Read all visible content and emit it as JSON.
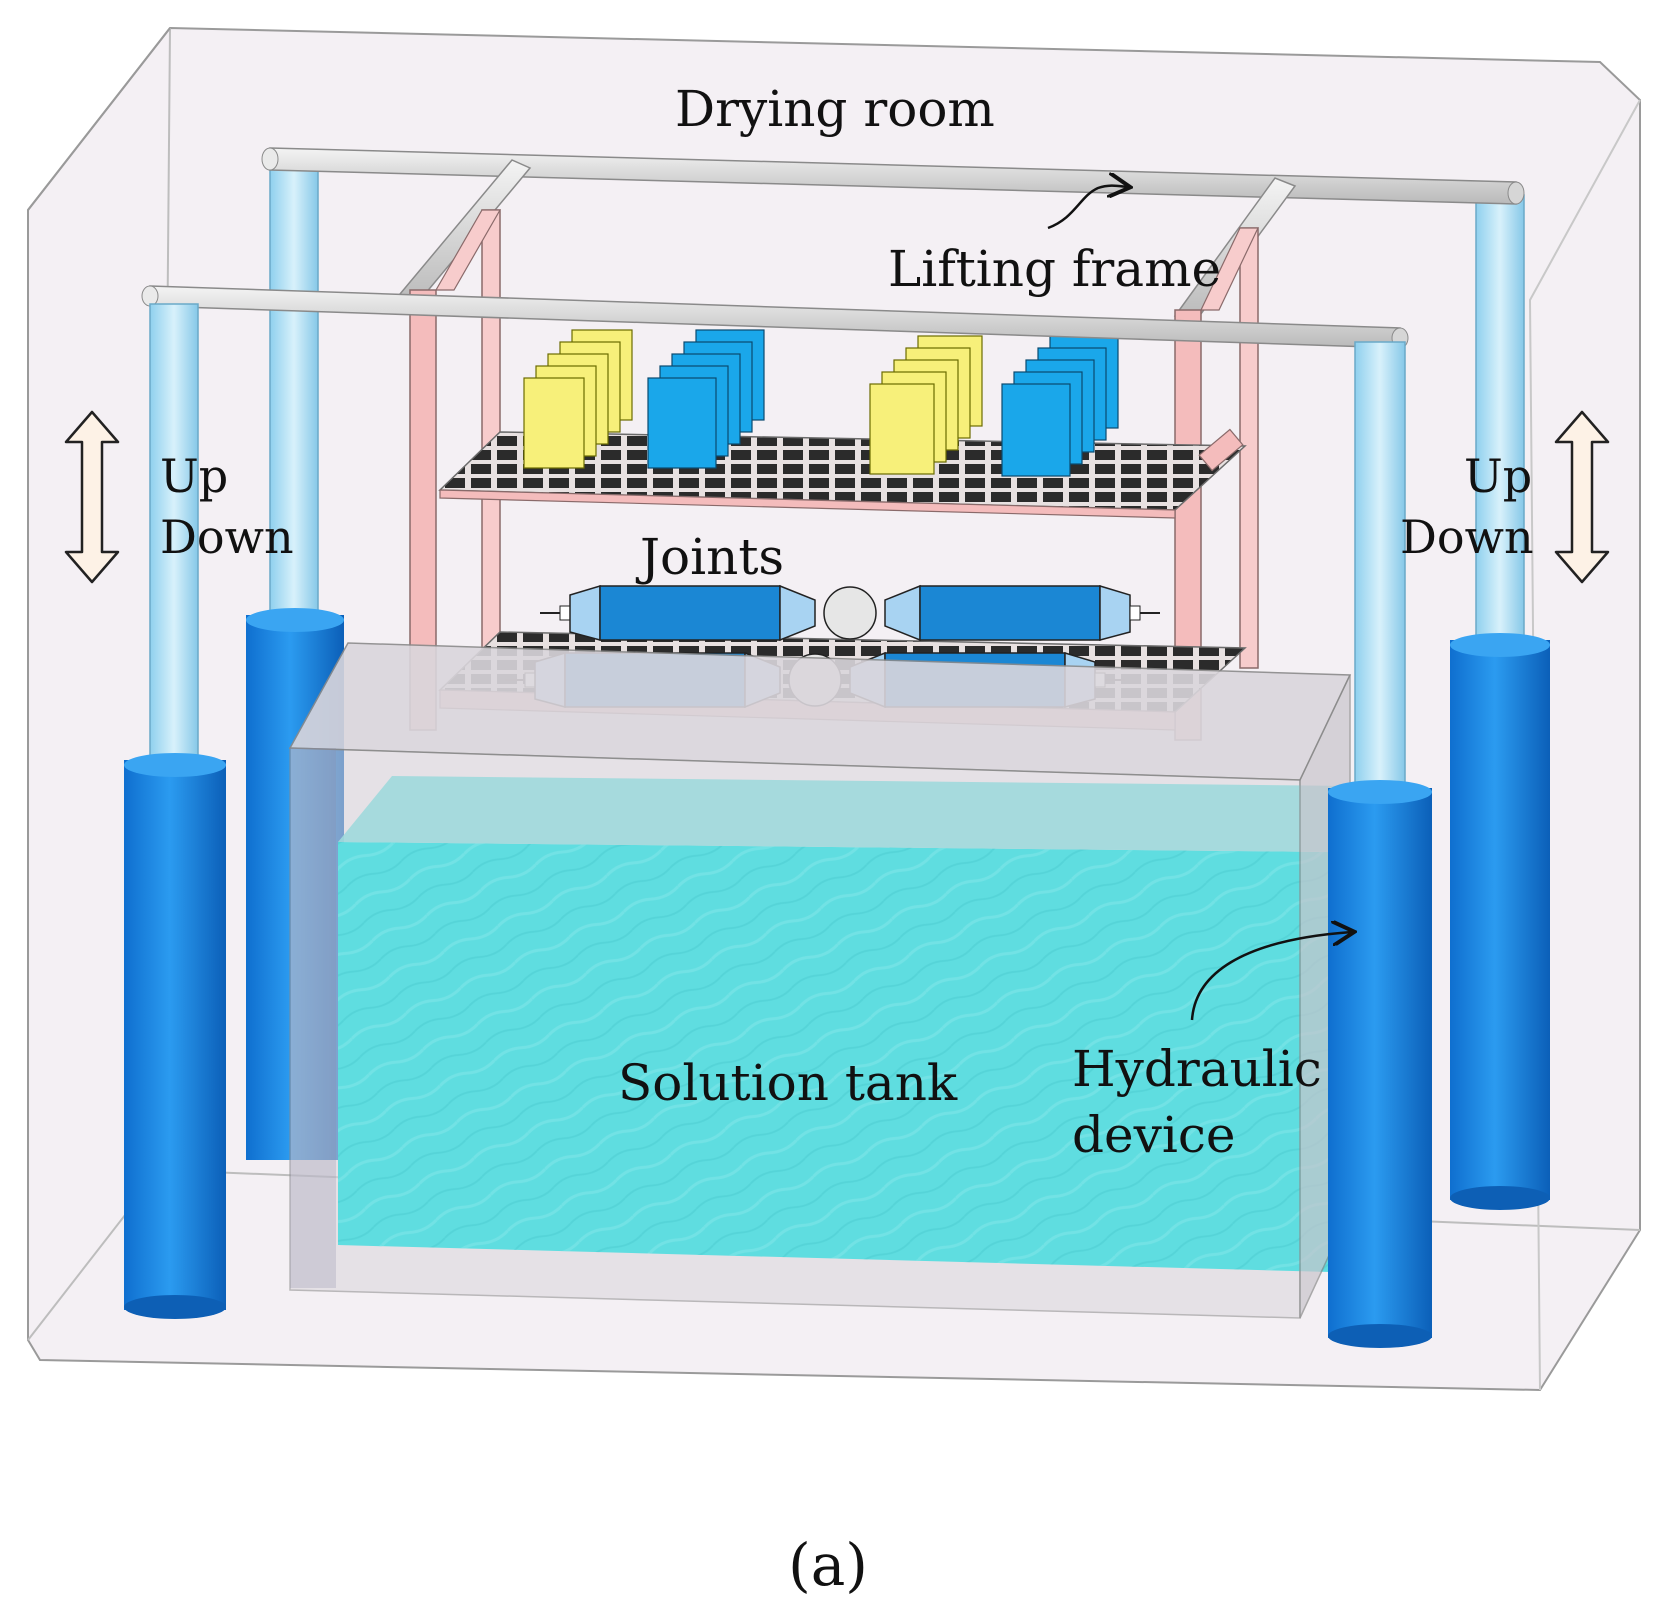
{
  "figure": {
    "caption": "(a)",
    "labels": {
      "drying_room": "Drying room",
      "lifting_frame": "Lifting frame",
      "joints": "Joints",
      "solution_tank": "Solution tank",
      "hydraulic_device_line1": "Hydraulic",
      "hydraulic_device_line2": "device",
      "left_up": "Up",
      "left_down": "Down",
      "right_up": "Up",
      "right_down": "Down"
    }
  },
  "colors": {
    "room_fill": "#f3eff3",
    "room_stroke": "#9a9a9a",
    "cylinder_blue": "#1f86df",
    "cylinder_dark": "#0f5fb5",
    "rod_light": "#a9dcf2",
    "rail_gray": "#dcdcdc",
    "frame_pink": "#f2b8b8",
    "tank_water": "#5fdde0",
    "tank_glass": "#d9d6dc",
    "specimen_yellow": "#f7f07a",
    "specimen_blue": "#1aa7ea",
    "joint_blue": "#1b87d4",
    "joint_light": "#a8d3f2",
    "arrow_fill": "#fdf2e6"
  },
  "icons": [
    "double-arrow-icon",
    "curved-arrow-icon"
  ]
}
